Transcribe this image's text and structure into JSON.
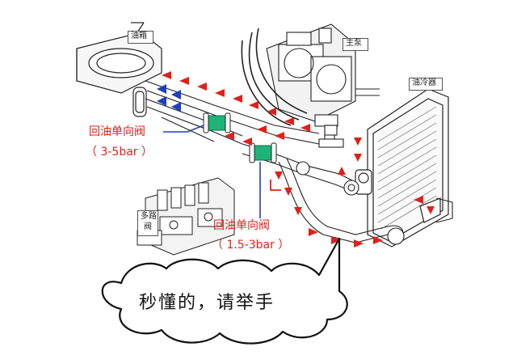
{
  "labels": {
    "oil_tank": "油箱",
    "main_pump": "主泵",
    "oil_cooler": "油冷器",
    "multi_valve_1": "多路",
    "multi_valve_2": "阀"
  },
  "callouts": {
    "check_valve_upper": {
      "title": "回油单向阀",
      "pressure": "（ 3-5bar ）"
    },
    "check_valve_lower": {
      "title": "回油单向阀",
      "pressure": "（ 1.5-3bar ）"
    }
  },
  "speech_bubble": {
    "text": "秒懂的，请举手"
  },
  "colors": {
    "return_flow_arrow": "#e0201a",
    "supply_flow_arrow": "#1f3fbf",
    "check_valve": "#1fb37a",
    "callout_text": "#e0201a",
    "line_art": "#222222"
  }
}
